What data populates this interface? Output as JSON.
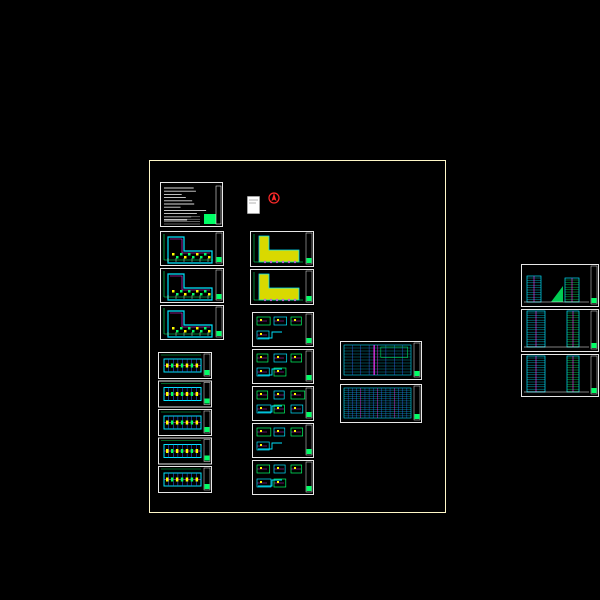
{
  "viewport": {
    "background": "#000000"
  },
  "colors": {
    "frame": "#fff8c8",
    "sheet_border": "#e8e8e8",
    "cyan": "#00e5ff",
    "yellow": "#ffff00",
    "green": "#00ff66",
    "magenta": "#ff33ff",
    "blue": "#3366ff",
    "red": "#ff2a2a",
    "white": "#ffffff"
  },
  "sheets": {
    "notes": {
      "kind": "notes"
    },
    "plans_left_large": [
      {
        "kind": "plan-colored"
      },
      {
        "kind": "plan-colored"
      },
      {
        "kind": "plan-colored"
      }
    ],
    "plans_left_small": [
      {
        "kind": "plan-slab"
      },
      {
        "kind": "plan-slab"
      },
      {
        "kind": "plan-slab"
      },
      {
        "kind": "plan-slab"
      },
      {
        "kind": "plan-slab"
      }
    ],
    "plans_mid_yellow": [
      {
        "kind": "plan-yellow"
      },
      {
        "kind": "plan-yellow"
      }
    ],
    "plans_mid_details": [
      {
        "kind": "detail-sheet"
      },
      {
        "kind": "detail-sheet"
      },
      {
        "kind": "detail-sheet"
      },
      {
        "kind": "detail-sheet"
      },
      {
        "kind": "detail-sheet"
      }
    ],
    "tables": [
      {
        "kind": "schedule-table"
      },
      {
        "kind": "schedule-table"
      }
    ],
    "elevations": [
      {
        "kind": "elevation"
      },
      {
        "kind": "elevation"
      },
      {
        "kind": "elevation"
      }
    ]
  },
  "markers": {
    "north_arrow": {
      "icon": "north-arrow-icon",
      "color": "#ff2a2a"
    },
    "small_card": {
      "icon": "sheet-card-icon"
    }
  }
}
